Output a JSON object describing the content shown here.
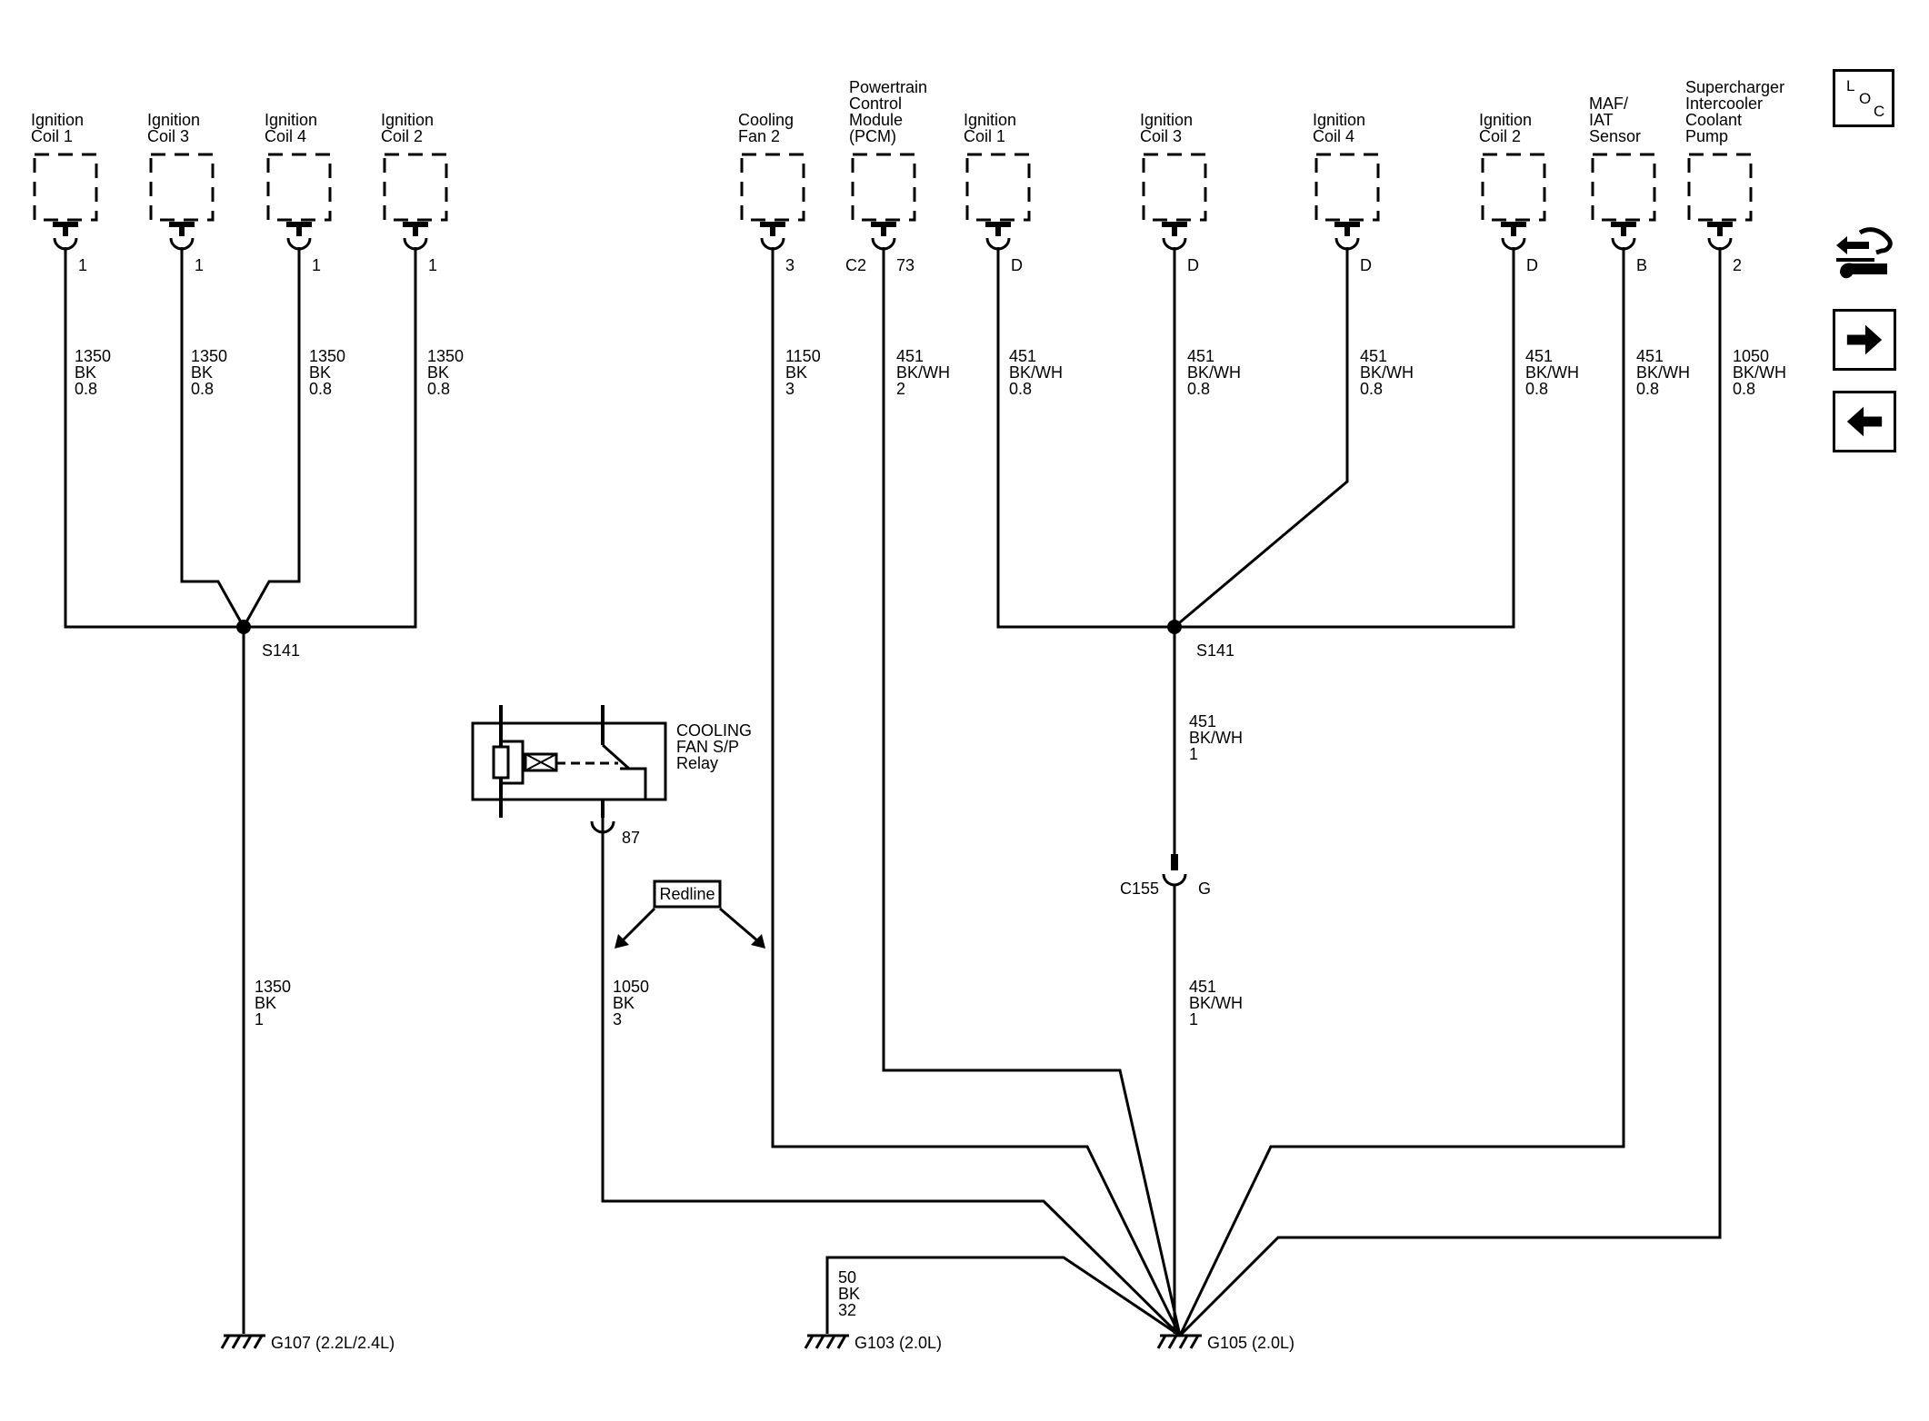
{
  "components": [
    {
      "id": "left-ign1",
      "name": [
        "Ignition",
        "Coil 1"
      ],
      "pin": "1"
    },
    {
      "id": "left-ign3",
      "name": [
        "Ignition",
        "Coil 3"
      ],
      "pin": "1"
    },
    {
      "id": "left-ign4",
      "name": [
        "Ignition",
        "Coil 4"
      ],
      "pin": "1"
    },
    {
      "id": "left-ign2",
      "name": [
        "Ignition",
        "Coil 2"
      ],
      "pin": "1"
    },
    {
      "id": "cooling-fan2",
      "name": [
        "Cooling",
        "Fan 2"
      ],
      "pin": "3"
    },
    {
      "id": "pcm",
      "name": [
        "Powertrain",
        "Control",
        "Module",
        "(PCM)"
      ],
      "pin": "73",
      "connector": "C2"
    },
    {
      "id": "right-ign1",
      "name": [
        "Ignition",
        "Coil 1"
      ],
      "pin": "D"
    },
    {
      "id": "right-ign3",
      "name": [
        "Ignition",
        "Coil 3"
      ],
      "pin": "D"
    },
    {
      "id": "right-ign4",
      "name": [
        "Ignition",
        "Coil 4"
      ],
      "pin": "D"
    },
    {
      "id": "right-ign2",
      "name": [
        "Ignition",
        "Coil 2"
      ],
      "pin": "D"
    },
    {
      "id": "maf-iat",
      "name": [
        "MAF/",
        "IAT",
        "Sensor"
      ],
      "pin": "B"
    },
    {
      "id": "sc-pump",
      "name": [
        "Supercharger",
        "Intercooler",
        "Coolant",
        "Pump"
      ],
      "pin": "2"
    }
  ],
  "wires": [
    {
      "id": "w-left-ign1",
      "label": [
        "1350",
        "BK",
        "0.8"
      ]
    },
    {
      "id": "w-left-ign3",
      "label": [
        "1350",
        "BK",
        "0.8"
      ]
    },
    {
      "id": "w-left-ign4",
      "label": [
        "1350",
        "BK",
        "0.8"
      ]
    },
    {
      "id": "w-left-ign2",
      "label": [
        "1350",
        "BK",
        "0.8"
      ]
    },
    {
      "id": "w-g107",
      "label": [
        "1350",
        "BK",
        "1"
      ]
    },
    {
      "id": "w-fan2",
      "label": [
        "1150",
        "BK",
        "3"
      ]
    },
    {
      "id": "w-pcm",
      "label": [
        "451",
        "BK/WH",
        "2"
      ]
    },
    {
      "id": "w-right-ign1",
      "label": [
        "451",
        "BK/WH",
        "0.8"
      ]
    },
    {
      "id": "w-right-ign3",
      "label": [
        "451",
        "BK/WH",
        "0.8"
      ]
    },
    {
      "id": "w-right-ign4",
      "label": [
        "451",
        "BK/WH",
        "0.8"
      ]
    },
    {
      "id": "w-right-ign2",
      "label": [
        "451",
        "BK/WH",
        "0.8"
      ]
    },
    {
      "id": "w-maf",
      "label": [
        "451",
        "BK/WH",
        "0.8"
      ]
    },
    {
      "id": "w-pump",
      "label": [
        "1050",
        "BK/WH",
        "0.8"
      ]
    },
    {
      "id": "w-s141-c155",
      "label": [
        "451",
        "BK/WH",
        "1"
      ]
    },
    {
      "id": "w-c155-g105",
      "label": [
        "451",
        "BK/WH",
        "1"
      ]
    },
    {
      "id": "w-relay",
      "label": [
        "1050",
        "BK",
        "3"
      ]
    },
    {
      "id": "w-g103",
      "label": [
        "50",
        "BK",
        "32"
      ]
    }
  ],
  "splices": {
    "left": "S141",
    "right": "S141"
  },
  "connector_c155": {
    "name": "C155",
    "pin": "G"
  },
  "relay": {
    "name": [
      "COOLING",
      "FAN S/P",
      "Relay"
    ],
    "pin": "87"
  },
  "redline_label": "Redline",
  "grounds": {
    "g107": "G107 (2.2L/2.4L)",
    "g103": "G103 (2.0L)",
    "g105": "G105 (2.0L)"
  },
  "loc_button": {
    "letters": [
      "L",
      "O",
      "C"
    ]
  },
  "icons": {
    "tool": "wiring-tool-icon",
    "next": "arrow-right-icon",
    "prev": "arrow-left-icon"
  }
}
